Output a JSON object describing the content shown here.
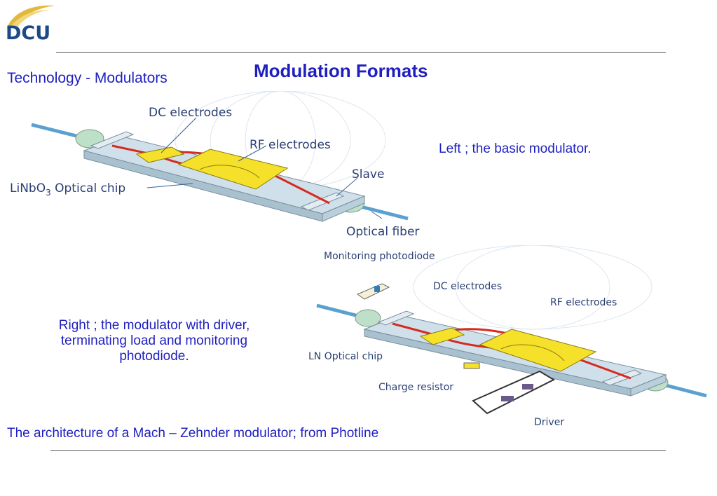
{
  "header": {
    "logo_text": "DCU",
    "section_title": "Technology - Modulators",
    "main_title": "Modulation Formats"
  },
  "captions": {
    "left": "Left ; the basic modulator.",
    "right": "Right ; the modulator with driver, terminating load and monitoring photodiode.",
    "footer": "The architecture of a Mach – Zehnder modulator; from Photline"
  },
  "diagram1": {
    "labels": {
      "dc": "DC electrodes",
      "rf": "RF electrodes",
      "chip_prefix": "LiNbO",
      "chip_sub": "3",
      "chip_suffix": " Optical chip",
      "slave": "Slave",
      "fiber": "Optical fiber"
    }
  },
  "diagram2": {
    "labels": {
      "photodiode": "Monitoring photodiode",
      "dc": "DC electrodes",
      "rf": "RF electrodes",
      "chip": "LN Optical chip",
      "resistor": "Charge resistor",
      "driver": "Driver"
    }
  },
  "colors": {
    "title_blue": "#1f1fc0",
    "logo_blue": "#1d4a86",
    "logo_gold": "#e2b93c",
    "chip_fill": "#cfe0ea",
    "electrode_yellow": "#f5e12a",
    "waveguide_red": "#d62a20",
    "fiber_blue": "#5aa0d0",
    "connector_green": "#bfe0c8"
  }
}
